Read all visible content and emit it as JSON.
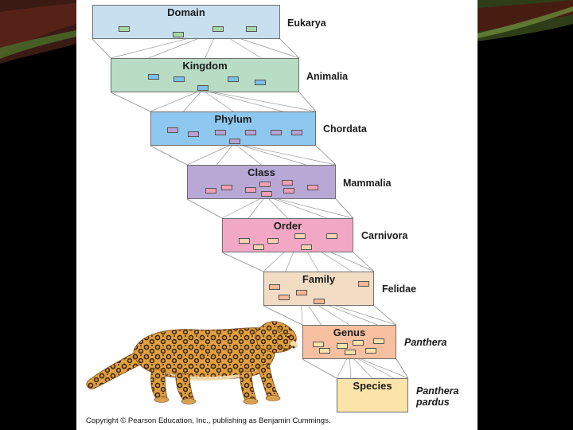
{
  "slide": {
    "background_color": "#000000",
    "swoosh_colors": [
      "#5a1410",
      "#2e3d18",
      "#3a5a22"
    ]
  },
  "diagram": {
    "levels": [
      {
        "rank": "Domain",
        "taxon": "Eukarya",
        "fill": "#c8dff0",
        "chip": "#a8d8a8"
      },
      {
        "rank": "Kingdom",
        "taxon": "Animalia",
        "fill": "#b9dcc4",
        "chip": "#7ec0e8"
      },
      {
        "rank": "Phylum",
        "taxon": "Chordata",
        "fill": "#8ec8f0",
        "chip": "#b6a2d6"
      },
      {
        "rank": "Class",
        "taxon": "Mammalia",
        "fill": "#b8a8d6",
        "chip": "#f0a0b4"
      },
      {
        "rank": "Order",
        "taxon": "Carnivora",
        "fill": "#f2a8c4",
        "chip": "#f6d2b0"
      },
      {
        "rank": "Family",
        "taxon": "Felidae",
        "fill": "#f2dcc4",
        "chip": "#f6b896"
      },
      {
        "rank": "Genus",
        "taxon": "Panthera",
        "fill": "#f8c0a0",
        "chip": "#fbe2a8"
      },
      {
        "rank": "Species",
        "taxon_line1": "Panthera",
        "taxon_line2": "pardus",
        "fill": "#fbe4aa"
      }
    ],
    "copyright": "Copyright © Pearson Education, Inc., publishing as Benjamin Cummings."
  }
}
